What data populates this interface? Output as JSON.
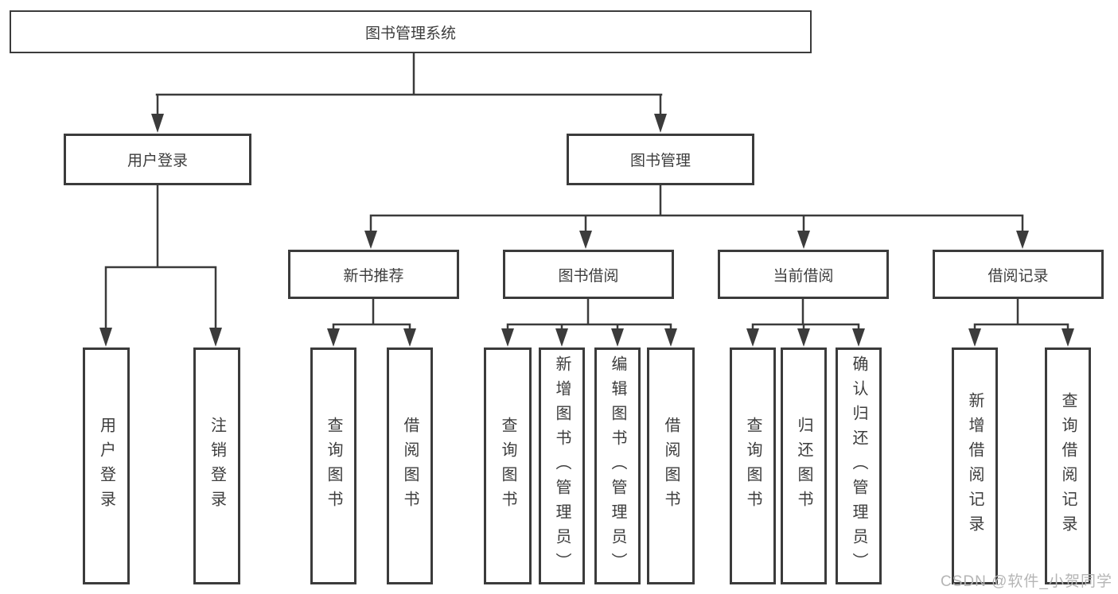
{
  "colors": {
    "line": "#3b3b3b",
    "text": "#3d3d3d",
    "background": "#ffffff",
    "watermark": "#b5b5b5"
  },
  "tree": {
    "root": {
      "label": "图书管理系统",
      "children": [
        {
          "label": "用户登录",
          "children": [
            {
              "label": "用户登录"
            },
            {
              "label": "注销登录"
            }
          ]
        },
        {
          "label": "图书管理",
          "children": [
            {
              "label": "新书推荐",
              "children": [
                {
                  "label": "查询图书"
                },
                {
                  "label": "借阅图书"
                }
              ]
            },
            {
              "label": "图书借阅",
              "children": [
                {
                  "label": "查询图书"
                },
                {
                  "label": "新增图书（管理员）"
                },
                {
                  "label": "编辑图书（管理员）"
                },
                {
                  "label": "借阅图书"
                }
              ]
            },
            {
              "label": "当前借阅",
              "children": [
                {
                  "label": "查询图书"
                },
                {
                  "label": "归还图书"
                },
                {
                  "label": "确认归还（管理员）"
                }
              ]
            },
            {
              "label": "借阅记录",
              "children": [
                {
                  "label": "新增借阅记录"
                },
                {
                  "label": "查询借阅记录"
                }
              ]
            }
          ]
        }
      ]
    }
  },
  "watermark": {
    "text": "CSDN @软件_小贺同学"
  }
}
